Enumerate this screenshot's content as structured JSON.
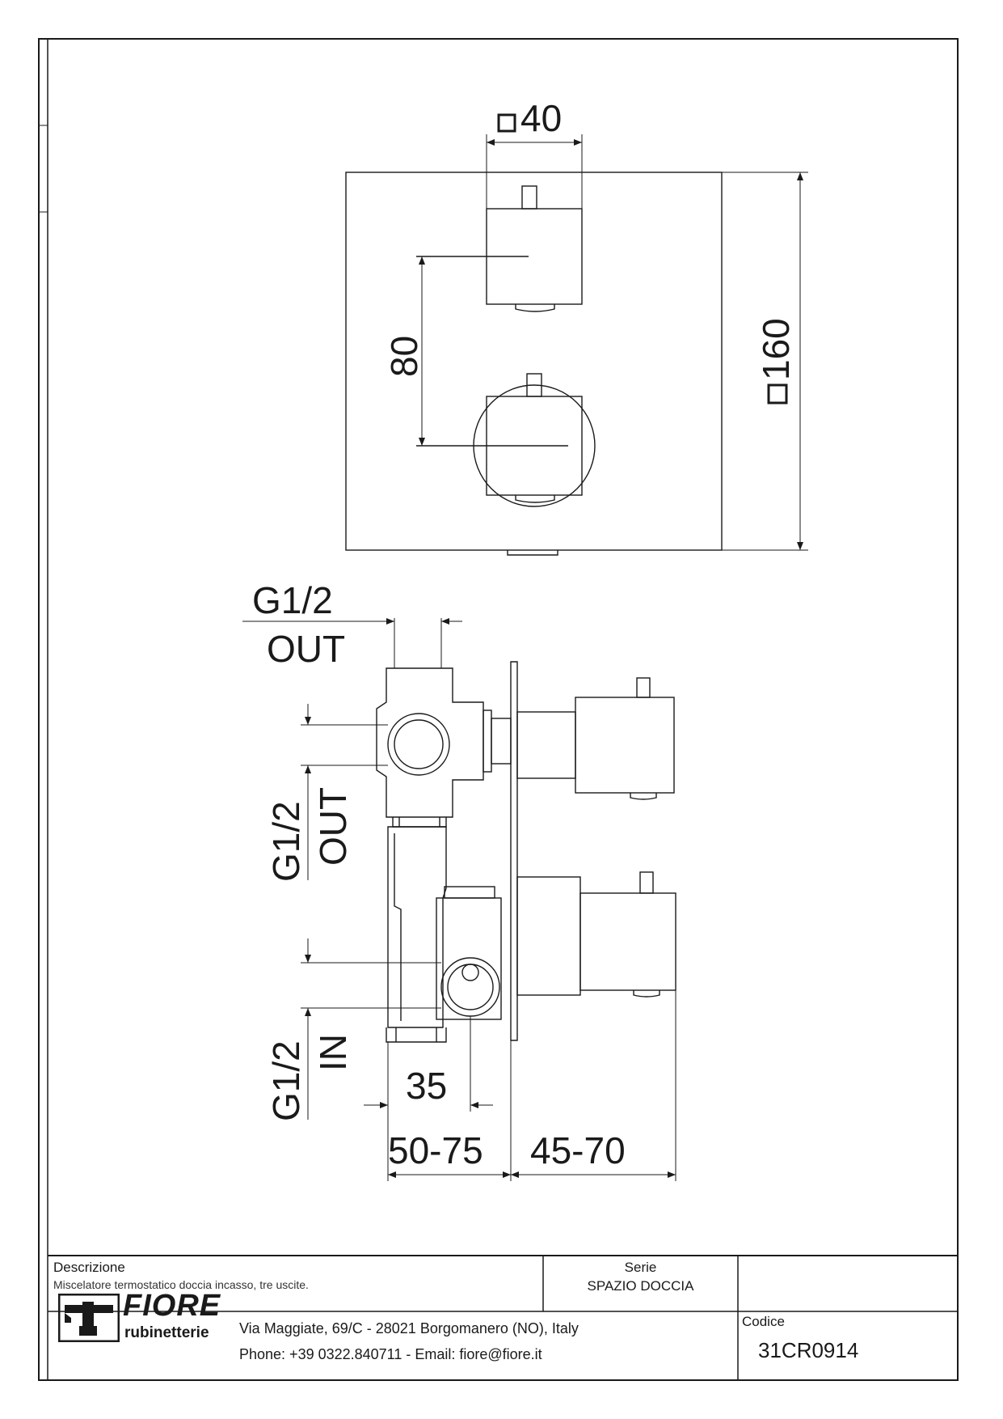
{
  "drawing": {
    "front_view": {
      "knob_width": "40",
      "plate_size": "160",
      "knob_spacing": "80"
    },
    "side_view": {
      "top_port_size": "G1/2",
      "top_port_type": "OUT",
      "middle_port_size": "G1/2",
      "middle_port_type": "OUT",
      "bottom_port_size": "G1/2",
      "bottom_port_type": "IN",
      "inlet_offset": "35",
      "wall_depth": "50-75",
      "projection": "45-70"
    }
  },
  "title_block": {
    "description_label": "Descrizione",
    "description": "Miscelatore termostatico doccia incasso, tre uscite.",
    "series_label": "Serie",
    "series": "SPAZIO DOCCIA",
    "code_label": "Codice",
    "code": "31CR0914",
    "address": "Via Maggiate, 69/C - 28021 Borgomanero (NO), Italy",
    "contact": "Phone: +39 0322.840711 - Email: fiore@fiore.it",
    "logo": {
      "brand": "FIORE",
      "tagline": "rubinetterie"
    }
  }
}
